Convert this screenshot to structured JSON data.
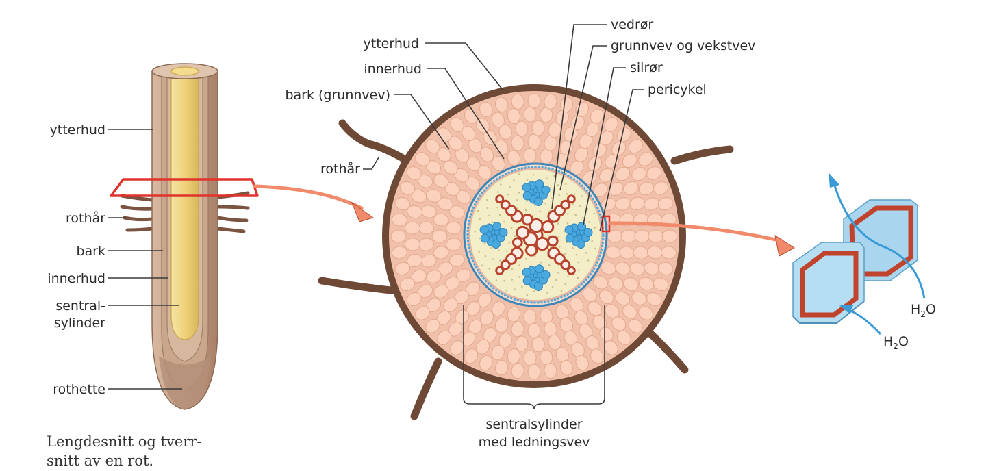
{
  "colors": {
    "root_outer": "#c9a68c",
    "root_inner": "#b69078",
    "stele": "#f2d88a",
    "cortex_cell": "#fbd2bd",
    "cortex_bg": "#f1c0aa",
    "epidermis_ring": "#6e4a36",
    "xylem": "#b8432c",
    "phloem": "#4aa9df",
    "stele_bg": "#f4eec8",
    "section_red": "#e0332b",
    "arrow": "#f08a6a",
    "water_arrow": "#3a9ad6",
    "block": "#a9d6ee"
  },
  "longitudinal_labels": {
    "ytterhud": "ytterhud",
    "rothar": "rothår",
    "bark": "bark",
    "innerhud": "innerhud",
    "sentral_1": "sentral-",
    "sentral_2": "sylinder",
    "rothette": "rothette"
  },
  "cross_labels": {
    "ytterhud": "ytterhud",
    "innerhud": "innerhud",
    "bark": "bark (grunnvev)",
    "rothar": "rothår",
    "vedror": "vedrør",
    "grunnvev": "grunnvev og vekstvev",
    "silror": "silrør",
    "pericykel": "pericykel",
    "stele_1": "sentralsylinder",
    "stele_2": "med ledningsvev"
  },
  "detail_labels": {
    "water_1": "H",
    "water_sub_1": "2",
    "water_o_1": "O",
    "water_2": "H",
    "water_sub_2": "2",
    "water_o_2": "O"
  },
  "caption": {
    "line1": "Lengdesnitt og tverr-",
    "line2": "snitt av en rot."
  },
  "icons": [
    "root-longitudinal-icon",
    "root-cross-section-icon",
    "endodermis-cell-icon",
    "arrow-icon"
  ]
}
